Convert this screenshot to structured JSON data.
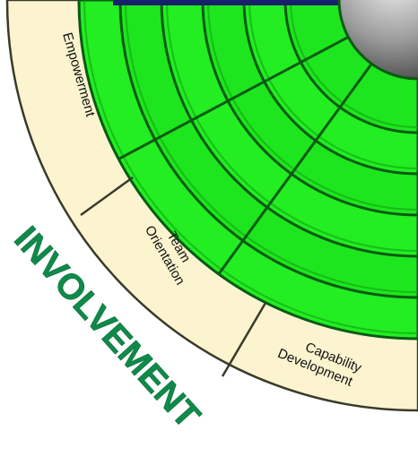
{
  "diagram": {
    "segments": [
      {
        "label_lines": [
          "Empowerment"
        ]
      },
      {
        "label_lines": [
          "Team",
          "Orientation"
        ]
      },
      {
        "label_lines": [
          "Capability",
          "Development"
        ]
      }
    ],
    "side_label": "INVOLVEMENT",
    "colors": {
      "band_fill": "#fbf4cf",
      "band_stroke": "#3a3a2a",
      "ring_green": "#22ee22",
      "ring_green_dark": "#0c9a0c",
      "ring_line": "#0a5a14",
      "top_bar": "#17206a",
      "center_hub_light": "#f0f0f0",
      "center_hub_dark": "#3a3a3a",
      "side_label": "#0f8a4a"
    }
  }
}
